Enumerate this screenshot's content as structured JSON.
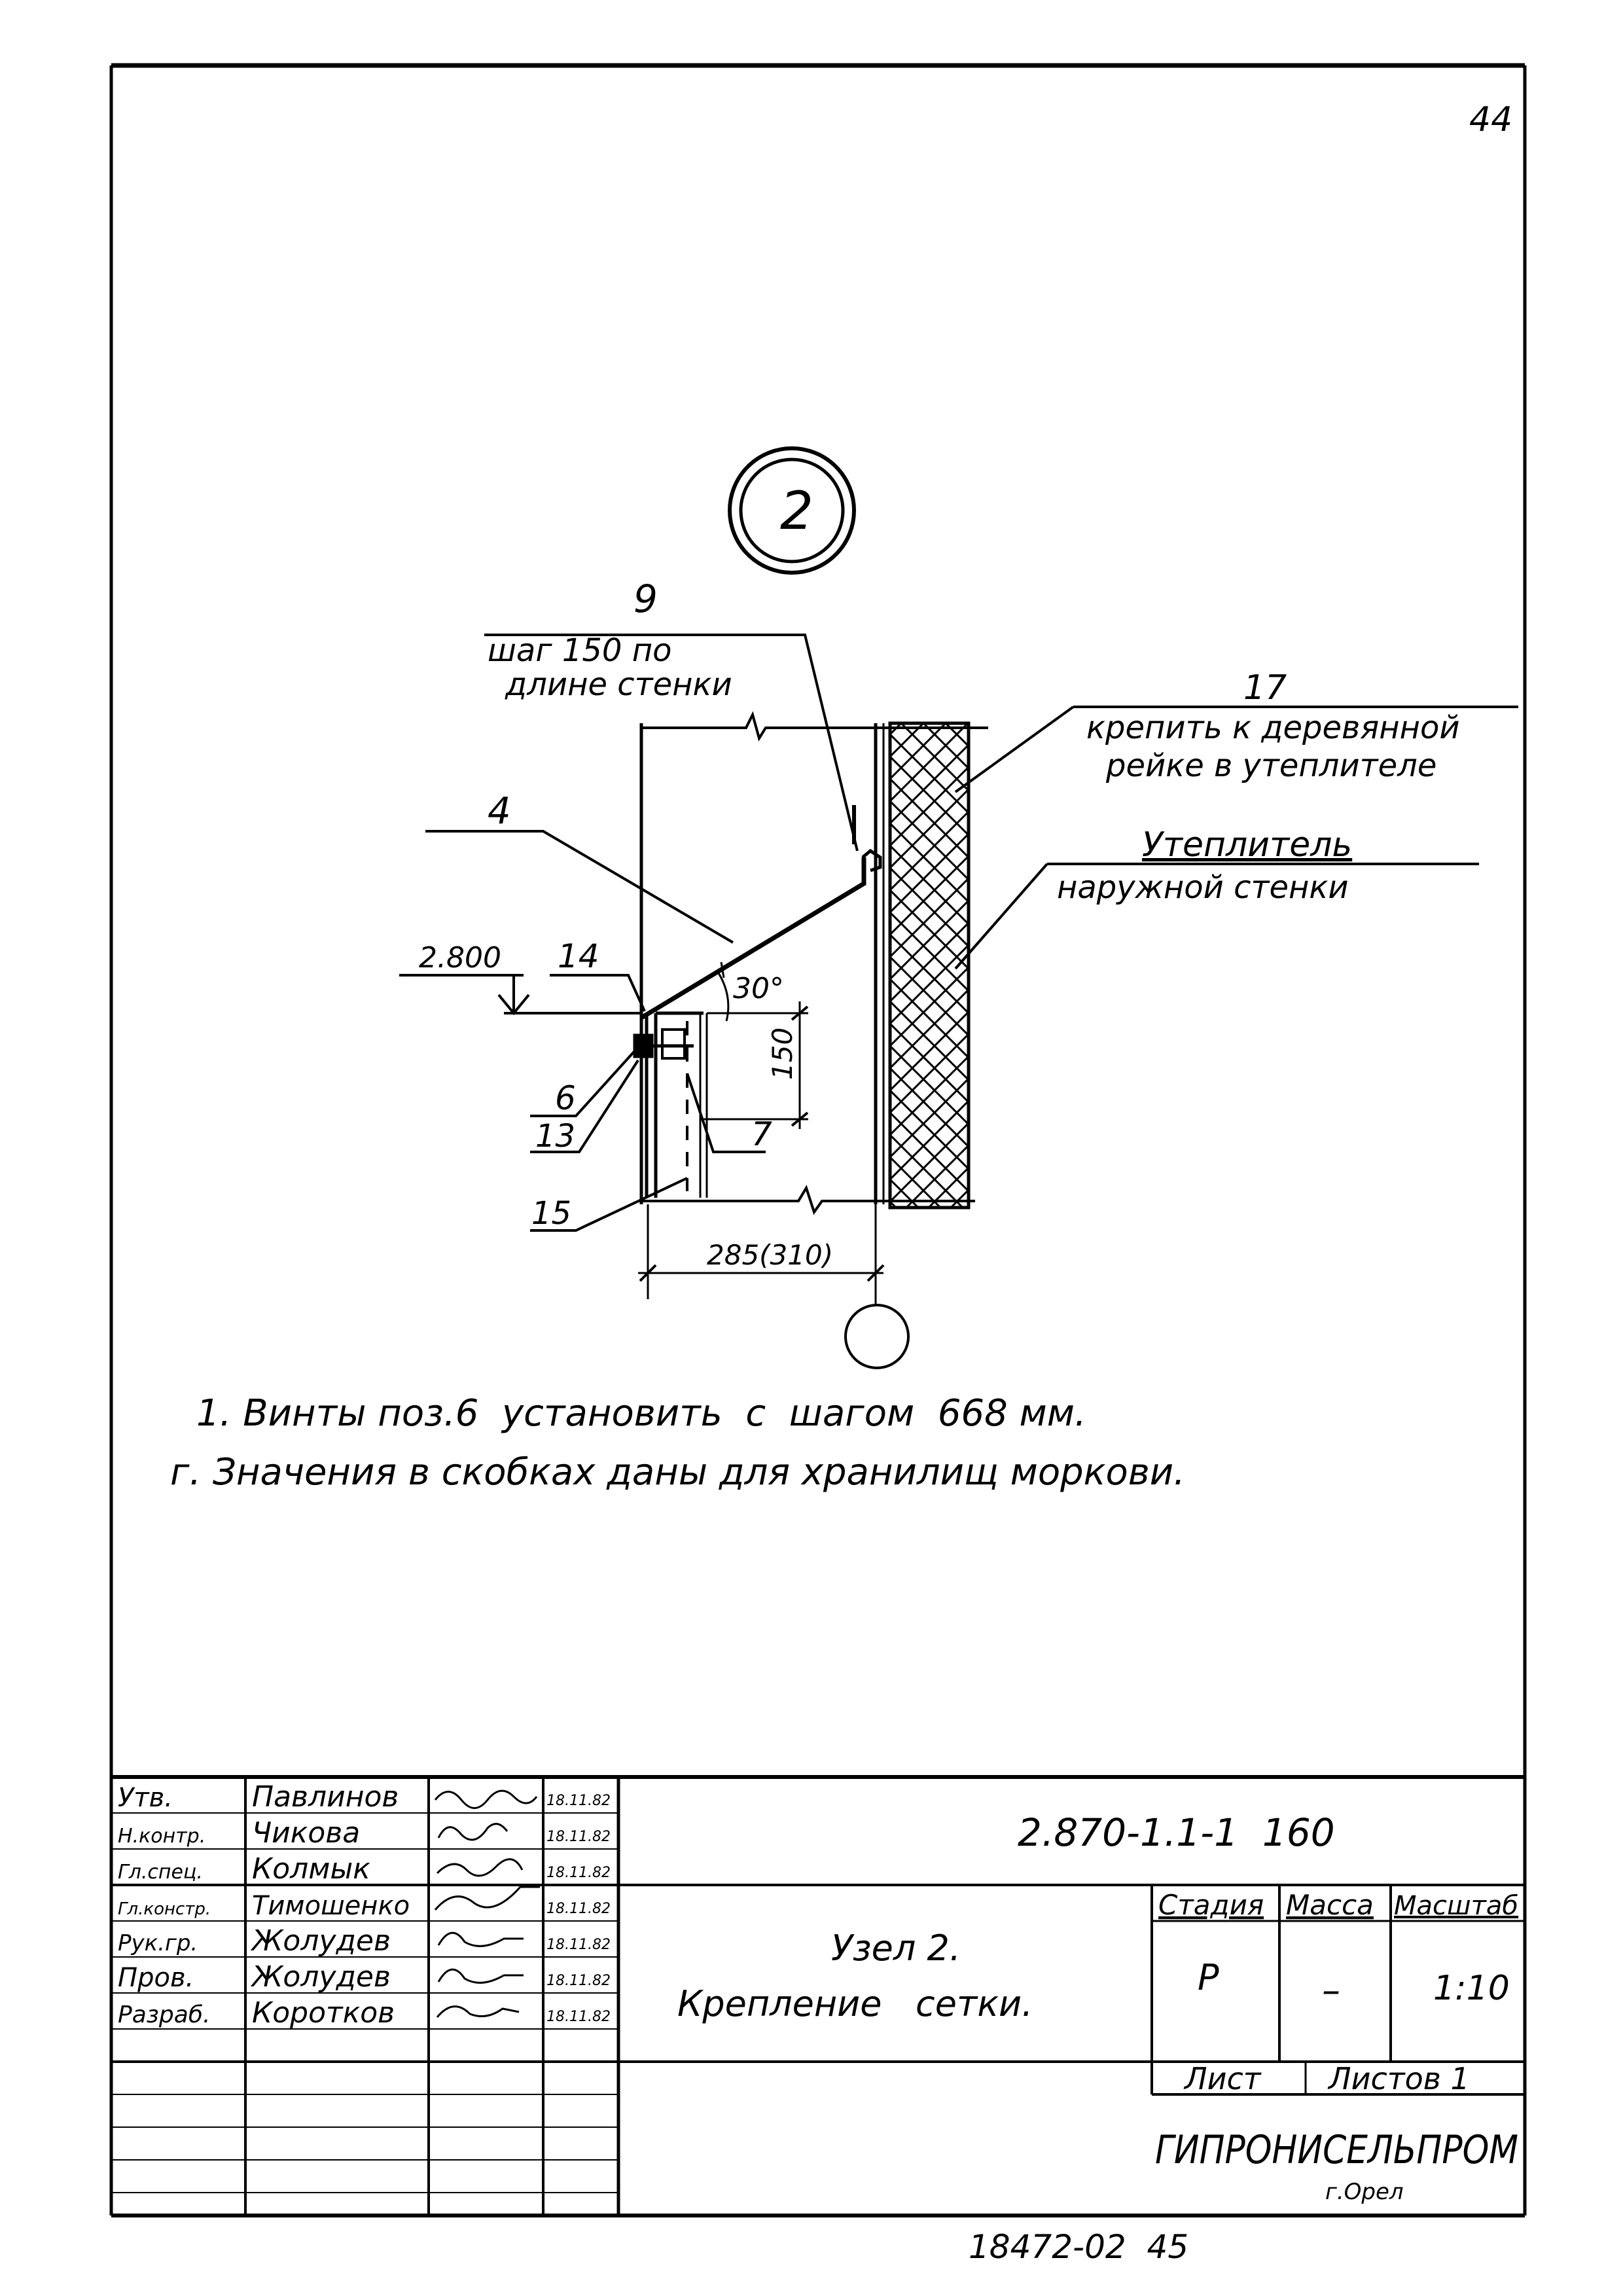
{
  "sheet": {
    "page_number": "44",
    "bottom_number": "18472-02  45"
  },
  "detail": {
    "node_marker": "2",
    "labels": {
      "pos_9": "9",
      "step_line1": "шаг 150 по",
      "step_line2": "длине стенки",
      "pos_17": "17",
      "fix_line1": "крепить к деревянной",
      "fix_line2": "рейке в утеплителе",
      "insulation_line1": "Утеплитель",
      "insulation_line2": "наружной стенки",
      "pos_4": "4",
      "elev_mark": "2.800",
      "pos_14": "14",
      "angle": "30°",
      "dim_150": "150",
      "pos_6": "6",
      "pos_13": "13",
      "pos_7": "7",
      "pos_15": "15",
      "dim_width": "285(310)"
    }
  },
  "notes": [
    "1. Винты поз.6  установить  с  шагом  668 мм.",
    "г. Значения в скобках даны для хранилищ моркови."
  ],
  "title_block": {
    "signatures": [
      {
        "role": "Утв.",
        "name": "Павлинов",
        "date": "18.11.82"
      },
      {
        "role": "Н.контр.",
        "name": "Чикова",
        "date": "18.11.82"
      },
      {
        "role": "Гл.спец.",
        "name": "Колмык",
        "date": "18.11.82"
      },
      {
        "role": "Гл.констр.",
        "name": "Тимошенко",
        "date": "18.11.82"
      },
      {
        "role": "Рук.гр.",
        "name": "Жолудев",
        "date": "18.11.82"
      },
      {
        "role": "Пров.",
        "name": "Жолудев",
        "date": "18.11.82"
      },
      {
        "role": "Разраб.",
        "name": "Коротков",
        "date": "18.11.82"
      }
    ],
    "designation": "2.870-1.1-1  160",
    "node_title": "Узел 2.",
    "node_subtitle": "Крепление   сетки.",
    "stage_header": "Стадия",
    "mass_header": "Масса",
    "scale_header": "Масштаб",
    "stage_value": "Р",
    "mass_value": "–",
    "scale_value": "1:10",
    "sheet_label": "Лист",
    "sheets_label": "Листов 1",
    "organization": "ГИПРОНИСЕЛЬПРОМ",
    "city": "г.Орел"
  }
}
